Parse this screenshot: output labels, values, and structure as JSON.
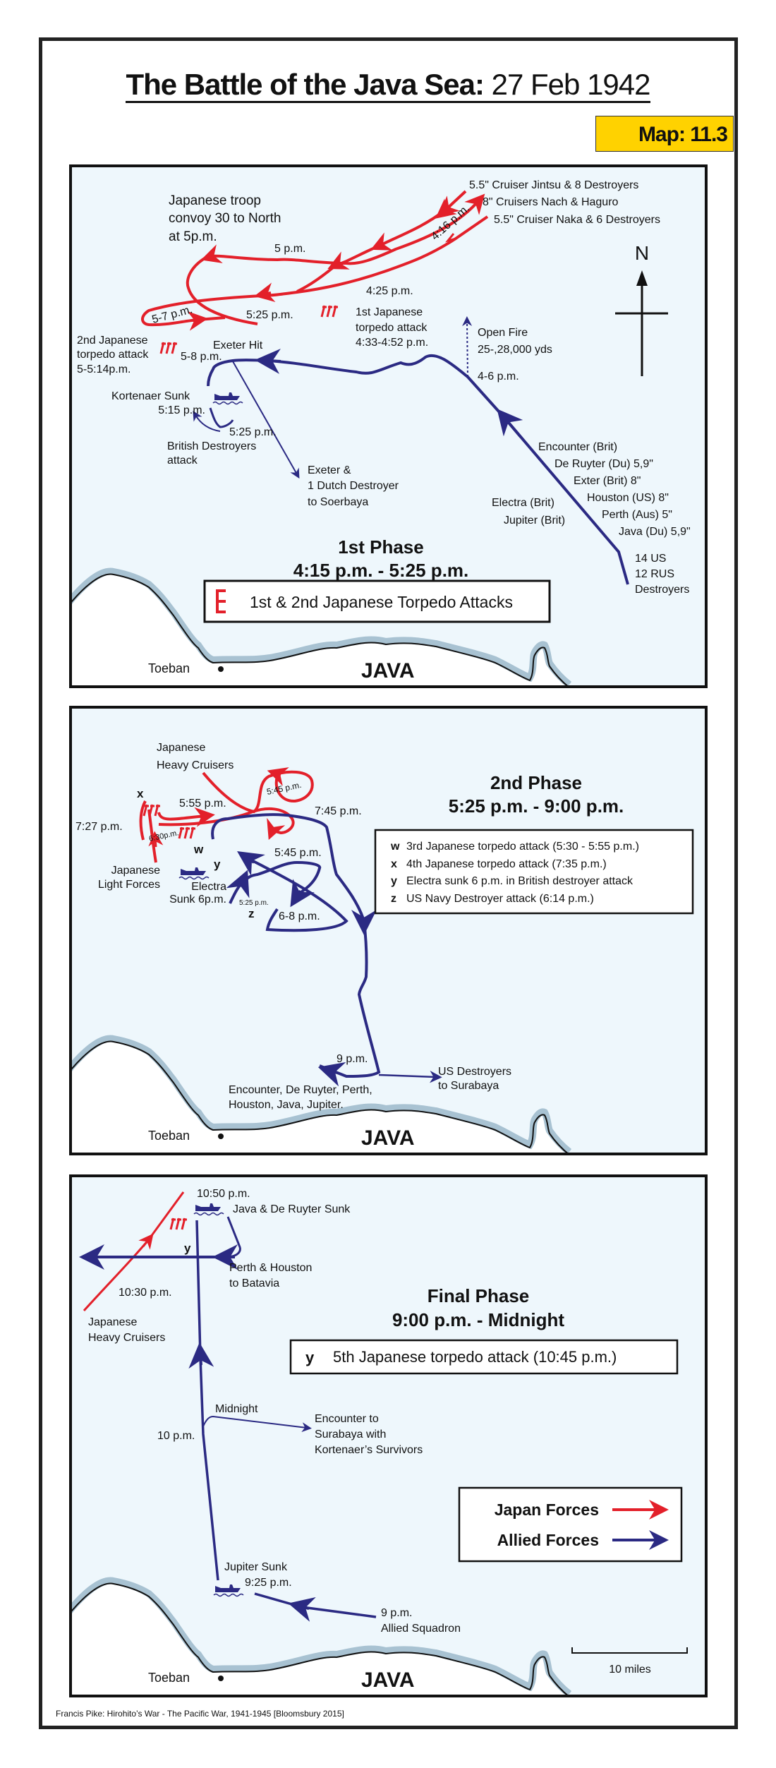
{
  "title": {
    "bold": "The Battle of the Java Sea:",
    "date": "27 Feb 1942"
  },
  "badge": "Map: 11.3",
  "colors": {
    "japan": "#e3202a",
    "allied": "#2b2a83",
    "sea": "#eef7fc",
    "coast": "#a8c2d2",
    "badge": "#ffd200"
  },
  "panel1": {
    "japanese_forces": [
      "5.5\" Cruiser Jintsu & 8 Destroyers",
      "8\" Cruisers Nach & Haguro",
      "5.5\" Cruiser Naka & 6 Destroyers"
    ],
    "convoy": [
      "Japanese troop",
      "convoy 30 to North",
      "at 5p.m."
    ],
    "t_5pm": "5 p.m.",
    "t_416": "4:16 p.m.",
    "t_425": "4:25 p.m.",
    "t_57": "5-7 p.m.",
    "t_525": "5:25 p.m.",
    "first_attack": [
      "1st Japanese",
      "torpedo attack",
      "4:33-4:52 p.m."
    ],
    "open_fire": [
      "Open Fire",
      "25-,28,000 yds"
    ],
    "t_46": "4-6 p.m.",
    "second_attack": [
      "2nd Japanese",
      "torpedo attack",
      "5-5:14p.m."
    ],
    "exeter_hit": "Exeter Hit",
    "t_58": "5-8 p.m.",
    "kortenaer": [
      "Kortenaer Sunk",
      "5:15 p.m."
    ],
    "t_525b": "5:25 p.m.",
    "british": [
      "British Destroyers",
      "attack"
    ],
    "exeter": [
      "Exeter &",
      "1 Dutch Destroyer",
      "to Soerbaya"
    ],
    "allied_ships": [
      "Encounter (Brit)",
      "De Ruyter (Du) 5,9\"",
      "Exter (Brit) 8\"",
      "Houston (US) 8\"",
      "Perth (Aus) 5\"",
      "Java (Du) 5,9\""
    ],
    "electra_jupiter": [
      "Electra (Brit)",
      "Jupiter (Brit)"
    ],
    "destroyers": [
      "14 US",
      "12 RUS",
      "Destroyers"
    ],
    "phase_title": "1st Phase",
    "phase_time": "4:15 p.m. - 5:25 p.m.",
    "legend": "1st & 2nd Japanese Torpedo Attacks",
    "north": "N",
    "toeban": "Toeban",
    "java": "JAVA"
  },
  "panel2": {
    "heavy": [
      "Japanese",
      "Heavy Cruisers"
    ],
    "phase_title": "2nd Phase",
    "phase_time": "5:25 p.m. - 9:00 p.m.",
    "t_545a": "5:45 p.m.",
    "x": "x",
    "t_555": "5:55 p.m.",
    "t_745": "7:45 p.m.",
    "t_727": "7:27 p.m.",
    "t_630": "6:30p.m.",
    "w": "w",
    "t_545b": "5:45 p.m.",
    "y": "y",
    "light": [
      "Japanese",
      "Light Forces"
    ],
    "electra": [
      "Electra",
      "Sunk 6p.m."
    ],
    "t_525": "5:25 p.m.",
    "z": "z",
    "t_68": "6-8 p.m.",
    "legend": [
      {
        "key": "w",
        "text": "3rd Japanese torpedo attack (5:30 - 5:55 p.m.)"
      },
      {
        "key": "x",
        "text": "4th Japanese torpedo attack (7:35 p.m.)"
      },
      {
        "key": "y",
        "text": "Electra sunk 6 p.m. in British destroyer attack"
      },
      {
        "key": "z",
        "text": "US Navy Destroyer attack (6:14 p.m.)"
      }
    ],
    "t_9pm": "9 p.m.",
    "us_destroyers": [
      "US Destroyers",
      "to Surabaya"
    ],
    "allied": [
      "Encounter, De Ruyter, Perth,",
      "Houston, Java, Jupiter."
    ],
    "toeban": "Toeban",
    "java": "JAVA"
  },
  "panel3": {
    "t_1050": "10:50 p.m.",
    "sunk": "Java & De Ruyter Sunk",
    "y": "y",
    "perth": [
      "Perth & Houston",
      "to Batavia"
    ],
    "t_1030": "10:30 p.m.",
    "heavy": [
      "Japanese",
      "Heavy Cruisers"
    ],
    "phase_title": "Final Phase",
    "phase_time": "9:00 p.m. - Midnight",
    "legend_key": "y",
    "legend_text": "5th Japanese torpedo attack (10:45 p.m.)",
    "midnight": "Midnight",
    "t_10pm": "10 p.m.",
    "encounter": [
      "Encounter to",
      "Surabaya with",
      "Kortenaer’s Survivors"
    ],
    "forces_japan": "Japan Forces",
    "forces_allied": "Allied Forces",
    "jupiter": [
      "Jupiter Sunk",
      "9:25 p.m."
    ],
    "squadron": [
      "9 p.m.",
      "Allied Squadron"
    ],
    "scale": "10 miles",
    "toeban": "Toeban",
    "java": "JAVA"
  },
  "footer": "Francis Pike:  Hirohito’s War - The Pacific War, 1941-1945   [Bloomsbury 2015]"
}
